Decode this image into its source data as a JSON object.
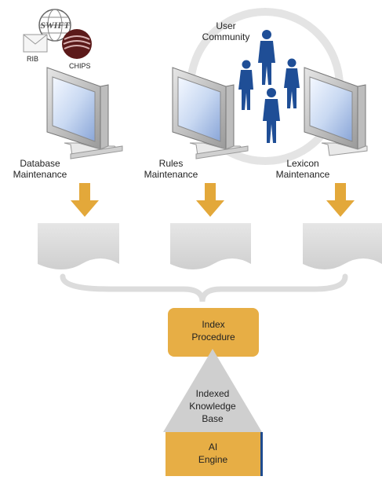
{
  "logos": {
    "swift": "SWIFT",
    "rib": "RIB",
    "chips": "CHIPS"
  },
  "stations": [
    {
      "line1": "Database",
      "line2": "Maintenance"
    },
    {
      "line1": "Rules",
      "line2": "Maintenance"
    },
    {
      "line1": "Lexicon",
      "line2": "Maintenance"
    }
  ],
  "community": {
    "line1": "User",
    "line2": "Community"
  },
  "index_box": {
    "line1": "Index",
    "line2": "Procedure"
  },
  "pyramid": {
    "line1": "Indexed",
    "line2": "Knowledge",
    "line3": "Base"
  },
  "engine": {
    "line1": "AI",
    "line2": "Engine"
  },
  "colors": {
    "accent": "#E3A83A",
    "box_fill": "#E7AE45",
    "doc_fill": "#DADADA",
    "pyramid_fill": "#CFCFCF",
    "circle_stroke": "#E6E6E6",
    "person_blue": "#1F4E96",
    "engine_edge": "#1E4B8F"
  }
}
